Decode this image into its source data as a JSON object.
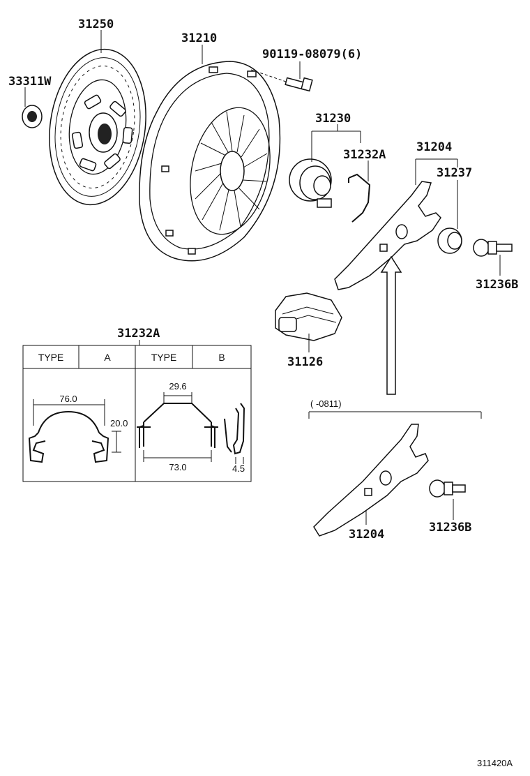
{
  "parts": {
    "p31250": "31250",
    "p33311W": "33311W",
    "p31210": "31210",
    "p90119": "90119-08079(6)",
    "p31230": "31230",
    "p31232A": "31232A",
    "p31204_top": "31204",
    "p31237": "31237",
    "p31236B_top": "31236B",
    "p31126": "31126",
    "p31204_bottom": "31204",
    "p31236B_bottom": "31236B"
  },
  "inset": {
    "title": "31232A",
    "col1": "TYPE",
    "col2": "A",
    "col3": "TYPE",
    "col4": "B",
    "dimA_width": "76.0",
    "dimA_height": "20.0",
    "dimB_top": "29.6",
    "dimB_width": "73.0",
    "dimB_side": "4.5"
  },
  "range_label": "(      -0811)",
  "diagram_code": "311420A"
}
